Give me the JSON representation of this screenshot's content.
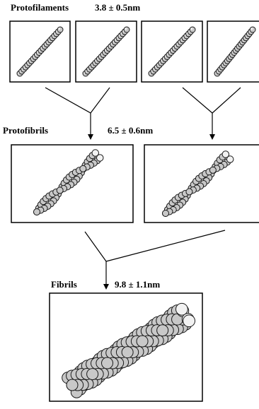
{
  "stages": {
    "protofilaments": {
      "label": "Protofilaments",
      "size": "3.8 ± 0.5nm",
      "panel_count": 4
    },
    "protofibrils": {
      "label": "Protofibrils",
      "size": "6.5 ± 0.6nm",
      "panel_count": 2
    },
    "fibrils": {
      "label": "Fibrils",
      "size": "9.8 ± 1.1nm",
      "panel_count": 1
    }
  },
  "colors": {
    "outline": "#000000",
    "bead_fill": "#c8c8c8",
    "bead_highlight": "#f2f2f2",
    "bead_stroke": "#1a1a1a",
    "background": "#ffffff"
  }
}
